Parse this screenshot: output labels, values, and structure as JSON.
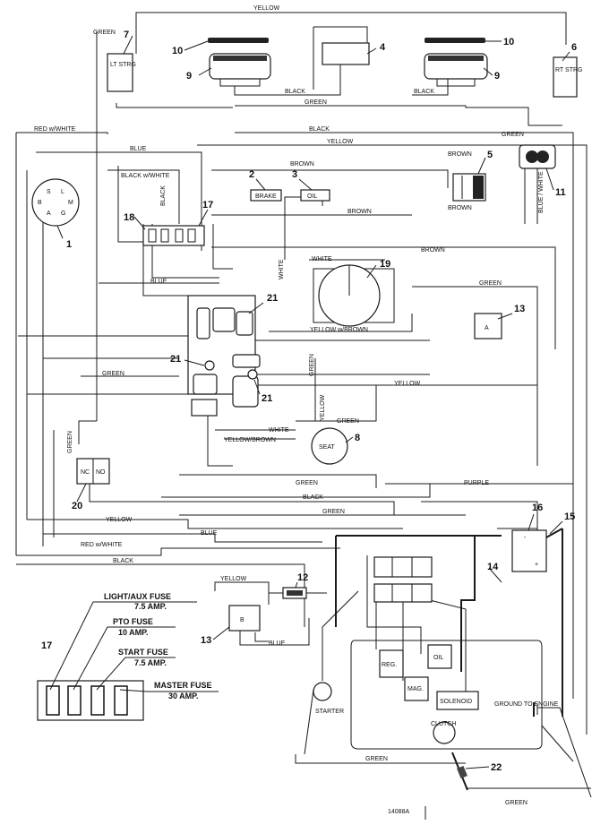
{
  "wires": {
    "yellow": "YELLOW",
    "green": "GREEN",
    "black": "BLACK",
    "red_white": "RED w/WHITE",
    "blue": "BLUE",
    "brown": "BROWN",
    "black_white": "BLACK w/WHITE",
    "white": "WHITE",
    "yellow_brown": "YELLOW w/BROWN",
    "yellow_brown2": "YELLOW/BROWN",
    "purple": "PURPLE",
    "blue_white": "BLUE / WHITE"
  },
  "components": {
    "lt_strg": "LT STRG",
    "rt_strg": "RT STRG",
    "brake": "BRAKE",
    "oil": "OIL",
    "seat": "SEAT",
    "no": "NO",
    "nc": "NC",
    "reg": "REG.",
    "oil_engine": "OIL",
    "mag": "MAG.",
    "solenoid": "SOLENOID",
    "starter": "STARTER",
    "clutch": "CLUTCH",
    "ground_to_engine": "GROUND TO ENGINE",
    "b": "B",
    "a": "A",
    "plus": "+",
    "minus": "-",
    "switch_s": "S",
    "switch_l": "L",
    "switch_g": "G",
    "switch_m": "M",
    "switch_b": "B",
    "switch_a": "A"
  },
  "callouts": [
    "1",
    "2",
    "3",
    "4",
    "5",
    "6",
    "7",
    "8",
    "9",
    "10",
    "11",
    "12",
    "13",
    "14",
    "15",
    "16",
    "17",
    "18",
    "19",
    "20",
    "21",
    "22"
  ],
  "fuses": {
    "light_aux": "LIGHT/AUX FUSE",
    "light_aux_amp": "7.5 AMP.",
    "pto": "PTO FUSE",
    "pto_amp": "10 AMP.",
    "start": "START FUSE",
    "start_amp": "7.5 AMP.",
    "master": "MASTER FUSE",
    "master_amp": "30 AMP."
  },
  "part_number": "14088A"
}
